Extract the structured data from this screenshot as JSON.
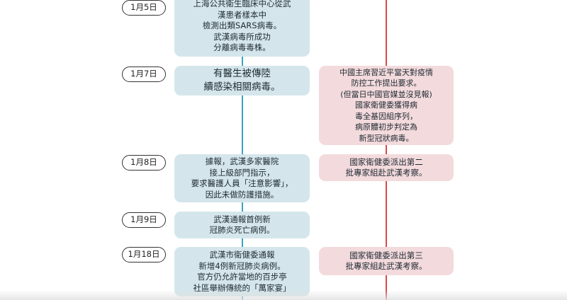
{
  "events": [
    {
      "date": "1月5日",
      "china": [
        "上海公共衛生臨床中心從武",
        "漢患者樣本中",
        "檢測出類SARS病毒。",
        "武漢病毒所成功",
        "分離病毒毒株。"
      ],
      "gov": []
    },
    {
      "date": "1月7日",
      "china": [
        "有醫生被傳陸",
        "續感染相關病毒。"
      ],
      "gov": [
        "中國主席習近平當天對疫情",
        "防控工作提出要求。",
        "(但當日中國官媒並沒見報)",
        "國家衛健委獲得病",
        "毒全基因組序列，",
        "病原體初步判定為",
        "新型冠狀病毒。"
      ]
    },
    {
      "date": "1月8日",
      "china": [
        "據報，武漢多家醫院",
        "接上級部門指示，",
        "要求醫護人員「注意影響」，",
        "因此未做防護措施。"
      ],
      "gov": [
        "國家衛健委派出第二",
        "批專家組赴武漢考察。"
      ]
    },
    {
      "date": "1月9日",
      "china": [
        "武漢通報首例新",
        "冠肺炎死亡病例。"
      ],
      "gov": []
    },
    {
      "date": "1月18日",
      "china": [
        "武漢市衛健委通報",
        "新增4例新冠肺炎病例。",
        "官方仍允許當地的百步亭",
        "社區舉辦傳統的「萬家宴」"
      ],
      "gov": [
        "國家衛健委派出第三",
        "批專家組赴武漢考察。"
      ]
    }
  ],
  "colors": {
    "china_box": "#d4e6eb",
    "gov_box": "#f3dadc",
    "china_line": "#3ba3c0",
    "gov_line": "#d84b4b"
  }
}
